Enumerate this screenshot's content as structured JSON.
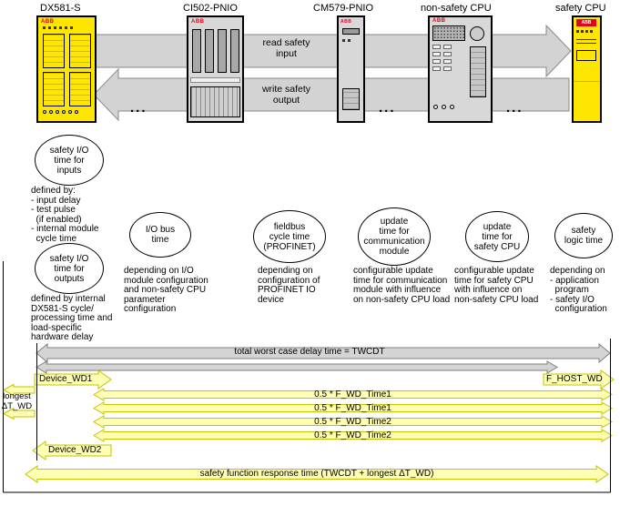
{
  "brand": "ABB",
  "colors": {
    "module_yellow": "#ffe600",
    "module_gray": "#d8d8d8",
    "abb_red": "#e2001a",
    "arrow_gray": "#d3d3d3",
    "arrow_yellow": "#ffffb3"
  },
  "modules": [
    "DX581-S",
    "CI502-PNIO",
    "CM579-PNIO",
    "non-safety CPU",
    "safety CPU"
  ],
  "dots": "...",
  "flow": {
    "read": "read safety\ninput",
    "write": "write safety\noutput"
  },
  "bubbles": [
    {
      "title": "safety I/O\ntime for\ninputs",
      "desc": "defined by:\n- input delay\n- test pulse\n  (if enabled)\n- internal module\n  cycle time"
    },
    {
      "title": "safety I/O\ntime for\noutputs",
      "desc": "defined by internal\nDX581-S cycle/\nprocessing time and\nload-specific\nhardware delay"
    },
    {
      "title": "I/O bus\ntime",
      "desc": "depending on I/O\nmodule configuration\nand non-safety CPU\nparameter\nconfiguration"
    },
    {
      "title": "fieldbus\ncycle time\n(PROFINET)",
      "desc": "depending on\nconfiguration of\nPROFINET IO\ndevice"
    },
    {
      "title": "update\ntime for\ncommunication\nmodule",
      "desc": "configurable update\ntime for communication\nmodule with influence\non non-safety CPU load"
    },
    {
      "title": "update\ntime for\nsafety CPU",
      "desc": "configurable update\ntime for safety CPU\nwith influence on\nnon-safety CPU load"
    },
    {
      "title": "safety\nlogic time",
      "desc": "depending on\n- application\n  program\n- safety I/O\n  configuration"
    }
  ],
  "timing": {
    "twcdt": "total worst case delay time = TWCDT",
    "device_wd1": "Device_WD1",
    "f_host_wd": "F_HOST_WD",
    "f_wd_time1": "0.5 * F_WD_Time1",
    "f_wd_time2": "0.5 * F_WD_Time2",
    "device_wd2": "Device_WD2",
    "longest_dt_wd": "longest\nΔT_WD",
    "response": "safety function response time (TWCDT + longest ΔT_WD)"
  }
}
